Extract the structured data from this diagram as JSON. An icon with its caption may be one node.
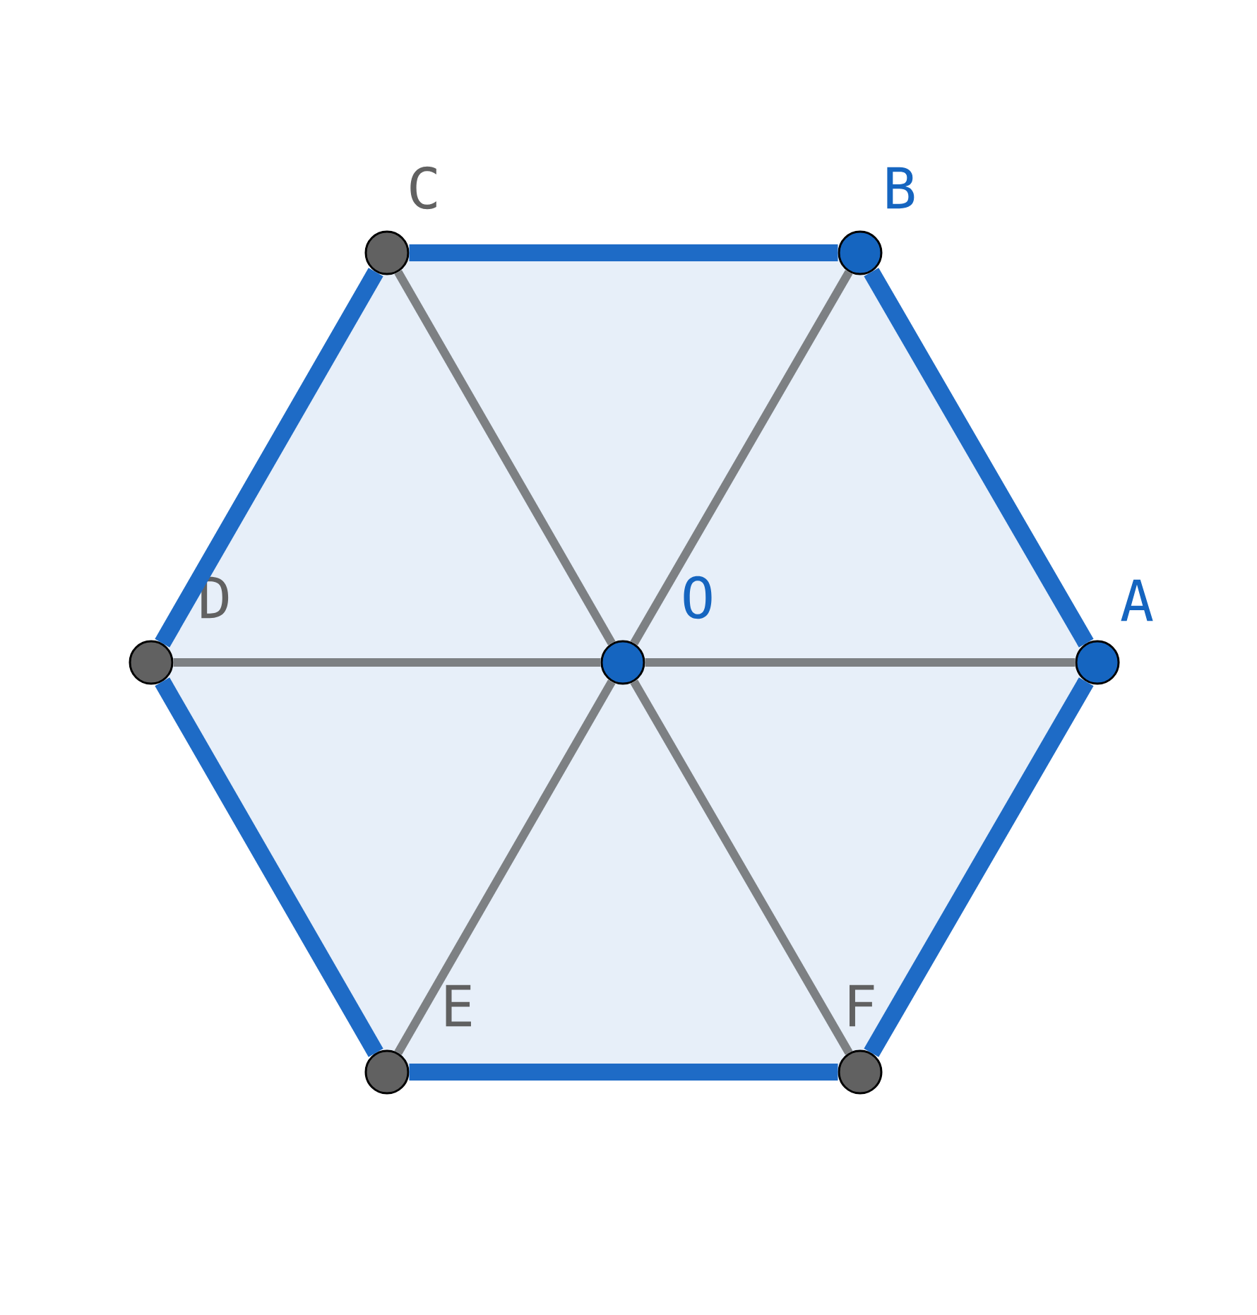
{
  "diagram": {
    "nodes": [
      {
        "text": [
          "C"
        ]
      },
      {
        "text": [
          "B"
        ]
      },
      {
        "text": [
          "D"
        ]
      },
      {
        "text": [
          "O"
        ]
      },
      {
        "text": [
          "A"
        ]
      },
      {
        "text": [
          "E"
        ]
      },
      {
        "text": [
          "F"
        ]
      }
    ],
    "edges": [
      {
        "from": 4,
        "to": 1,
        "arrow": "none",
        "style": "thick",
        "color": "#1e6bc6"
      },
      {
        "from": 1,
        "to": 0,
        "arrow": "none",
        "style": "thick",
        "color": "#1e6bc6"
      },
      {
        "from": 0,
        "to": 2,
        "arrow": "none",
        "style": "thick",
        "color": "#1e6bc6"
      },
      {
        "from": 2,
        "to": 5,
        "arrow": "none",
        "style": "thick",
        "color": "#1e6bc6"
      },
      {
        "from": 5,
        "to": 6,
        "arrow": "none",
        "style": "thick",
        "color": "#1e6bc6"
      },
      {
        "from": 6,
        "to": 4,
        "arrow": "none",
        "style": "thick",
        "color": "#1e6bc6"
      },
      {
        "from": 3,
        "to": 4,
        "arrow": "none",
        "color": "#7d8083"
      },
      {
        "from": 3,
        "to": 1,
        "arrow": "none",
        "color": "#7d8083"
      },
      {
        "from": 3,
        "to": 0,
        "arrow": "none",
        "color": "#7d8083"
      },
      {
        "from": 3,
        "to": 2,
        "arrow": "none",
        "color": "#7d8083"
      },
      {
        "from": 3,
        "to": 5,
        "arrow": "none",
        "color": "#7d8083"
      },
      {
        "from": 3,
        "to": 6,
        "arrow": "none",
        "color": "#7d8083"
      }
    ]
  }
}
